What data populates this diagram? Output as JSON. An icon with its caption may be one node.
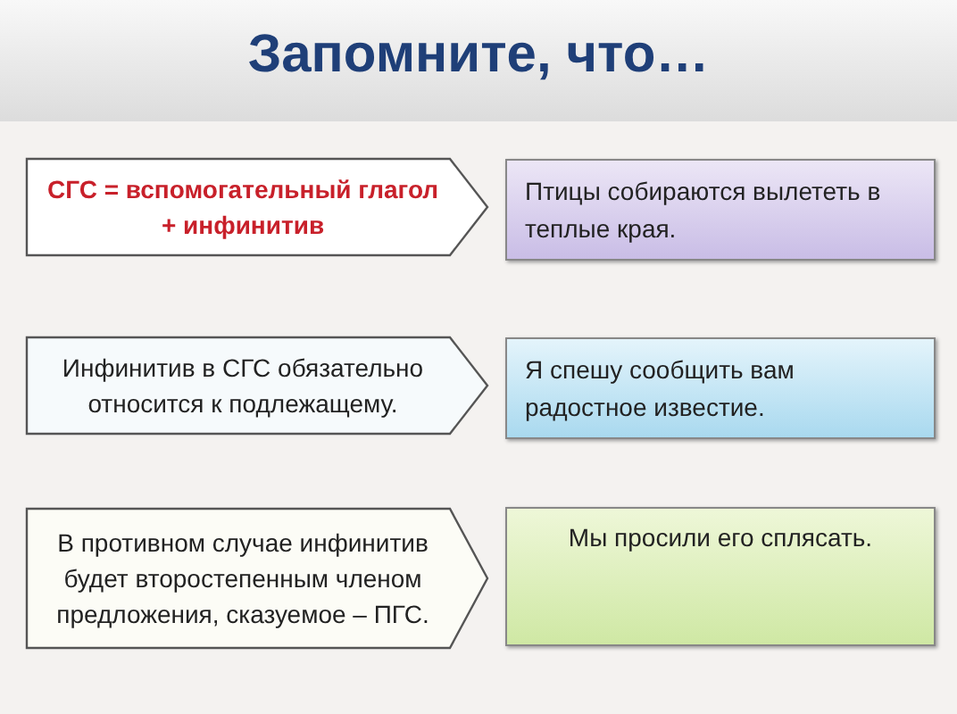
{
  "diagram": {
    "title": "Запомните, что…",
    "nodes": [
      {
        "text": [
          "СГС = вспомогательный глагол + инфинитив"
        ]
      },
      {
        "text": [
          "Птицы собираются вылететь в теплые края."
        ]
      },
      {
        "text": [
          "Инфинитив в СГС обязательно относится к подлежащему."
        ]
      },
      {
        "text": [
          "Я спешу сообщить вам радостное известие."
        ]
      },
      {
        "text": [
          "В противном случае инфинитив будет второстепенным членом предложения, сказуемое – ПГС."
        ]
      },
      {
        "text": [
          "Мы просили его сплясать."
        ]
      }
    ]
  }
}
